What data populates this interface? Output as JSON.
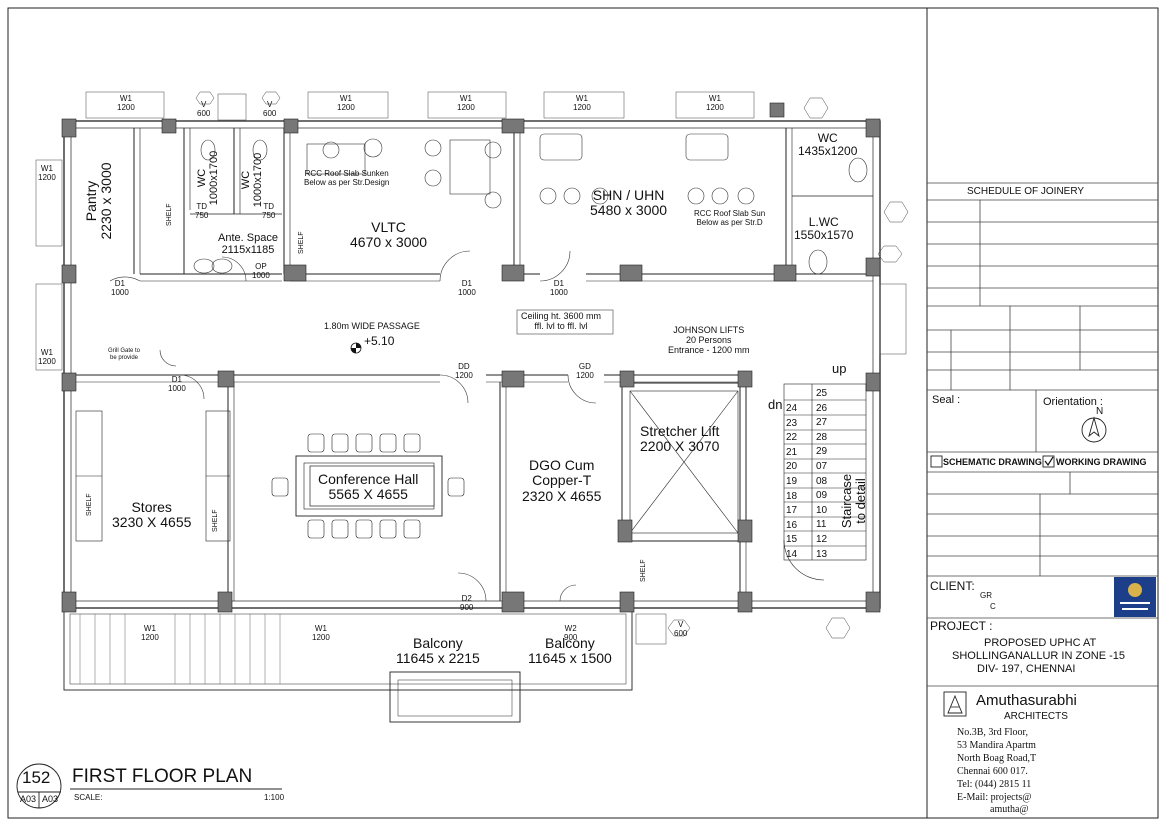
{
  "plan": {
    "rooms": {
      "pantry_name": "Pantry",
      "pantry_size": "2230 x 3000",
      "wc1_name": "WC",
      "wc1_size": "1000x1700",
      "wc2_name": "WC",
      "wc2_size": "1000x1700",
      "ante_name": "Ante. Space",
      "ante_size": "2115x1185",
      "vltc_name": "VLTC",
      "vltc_size": "4670 x 3000",
      "shn_name": "SHN / UHN",
      "shn_size": "5480 x 3000",
      "wc3_name": "WC",
      "wc3_size": "1435x1200",
      "lwc_name": "L.WC",
      "lwc_size": "1550x1570",
      "conf_name": "Conference Hall",
      "conf_size": "5565 X 4655",
      "stores_name": "Stores",
      "stores_size": "3230 X 4655",
      "dgo_line1": "DGO Cum",
      "dgo_line2": "Copper-T",
      "dgo_size": "2320 X 4655",
      "stretcher_name": "Stretcher Lift",
      "stretcher_size": "2200 X 3070",
      "balcony1_name": "Balcony",
      "balcony1_size": "11645 x 2215",
      "balcony2_name": "Balcony",
      "balcony2_size": "11645 x 1500",
      "staircase_line1": "Staircase",
      "staircase_line2": "to detail"
    },
    "notes": {
      "rcc1_line1": "RCC Roof Slab Sunken",
      "rcc1_line2": "Below as per Str.Design",
      "rcc2_line1": "RCC Roof Slab Sun",
      "rcc2_line2": "Below as per Str.D",
      "passage": "1.80m WIDE PASSAGE",
      "level": "+5.10",
      "ceiling_line1": "Ceiling ht. 3600 mm",
      "ceiling_line2": "ffl. lvl to ffl. lvl",
      "lifts_line1": "JOHNSON LIFTS",
      "lifts_line2": "20 Persons",
      "lifts_line3": "Entrance - 1200 mm",
      "grill_line1": "Grill Gate to",
      "grill_line2": "be provide",
      "up": "up",
      "dn": "dn",
      "shelf": "SHELF"
    },
    "marks": {
      "w1": "W1",
      "w1_size": "1200",
      "v": "V",
      "v_size": "600",
      "d1": "D1",
      "d1_size": "1000",
      "td": "TD",
      "td_size": "750",
      "op": "OP",
      "op_size": "1000",
      "dd": "DD",
      "dd_size": "1200",
      "gd": "GD",
      "gd_size": "1200",
      "d2": "D2",
      "d2_size": "900",
      "w2": "W2",
      "w2_size": "900"
    },
    "steps_left": [
      "24",
      "23",
      "22",
      "21",
      "20",
      "19",
      "18",
      "17",
      "16",
      "15",
      "14"
    ],
    "steps_right": [
      "25",
      "26",
      "27",
      "28",
      "29",
      "07",
      "08",
      "09",
      "10",
      "11",
      "12",
      "13"
    ]
  },
  "title_block": {
    "sheet_no": "152",
    "sheet_ref_a": "A03",
    "sheet_ref_b": "A03",
    "title": "FIRST FLOOR PLAN",
    "scale_label": "SCALE:",
    "scale_value": "1:100",
    "schedule": "SCHEDULE OF JOINERY",
    "seal": "Seal :",
    "orientation": "Orientation :",
    "north": "N",
    "schematic": "SCHEMATIC DRAWING",
    "working": "WORKING DRAWING",
    "client_label": "CLIENT:",
    "client_line1": "GR",
    "client_line2": "C",
    "project_label": "PROJECT :",
    "project_line1": "PROPOSED UPHC AT",
    "project_line2": "SHOLLINGANALLUR IN ZONE -15",
    "project_line3": "DIV- 197, CHENNAI",
    "firm_name": "Amuthasurabhi",
    "firm_sub": "ARCHITECTS",
    "addr1": "No.3B, 3rd Floor,",
    "addr2": "53 Mandira Apartm",
    "addr3": "North Boag Road,T",
    "addr4": "Chennai 600 017.",
    "addr5": "Tel: (044) 2815 11",
    "addr6": "E-Mail: projects@",
    "addr7": "amutha@",
    "schematic_checked": false,
    "working_checked": true
  }
}
